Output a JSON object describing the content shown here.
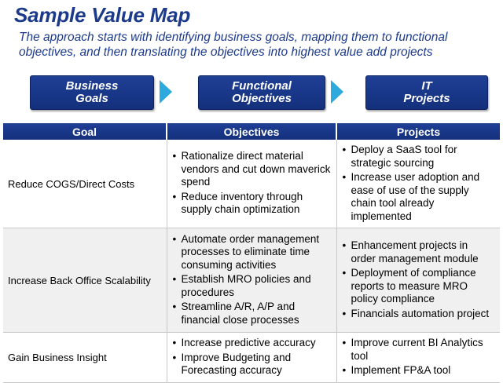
{
  "header": {
    "title": "Sample Value Map",
    "subtitle": "The approach starts with identifying business goals, mapping them to functional objectives, and then translating the objectives into highest value add projects"
  },
  "phases": [
    {
      "line1": "Business",
      "line2": "Goals"
    },
    {
      "line1": "Functional",
      "line2": "Objectives"
    },
    {
      "line1": "IT",
      "line2": "Projects"
    }
  ],
  "table": {
    "headers": [
      "Goal",
      "Objectives",
      "Projects"
    ],
    "rows": [
      {
        "goal": "Reduce COGS/Direct Costs",
        "objectives": [
          "Rationalize direct material vendors and cut down maverick spend",
          "Reduce inventory through supply chain optimization"
        ],
        "projects": [
          "Deploy a SaaS tool for strategic sourcing",
          "Increase user adoption and ease of use of the supply chain tool already implemented"
        ]
      },
      {
        "goal": "Increase Back Office Scalability",
        "objectives": [
          "Automate order management processes to eliminate time consuming activities",
          "Establish MRO policies and procedures",
          "Streamline A/R, A/P and financial close processes"
        ],
        "projects": [
          "Enhancement projects in order management module",
          "Deployment of compliance reports to measure MRO policy compliance",
          "Financials automation project"
        ]
      },
      {
        "goal": "Gain Business Insight",
        "objectives": [
          "Increase predictive accuracy",
          "Improve Budgeting and Forecasting accuracy"
        ],
        "projects": [
          "Improve current BI Analytics tool",
          "Implement FP&A tool"
        ]
      }
    ]
  },
  "colors": {
    "primary": "#1c3a8c",
    "arrow": "#2ea9dd",
    "row_alt": "#f0f0f0"
  }
}
